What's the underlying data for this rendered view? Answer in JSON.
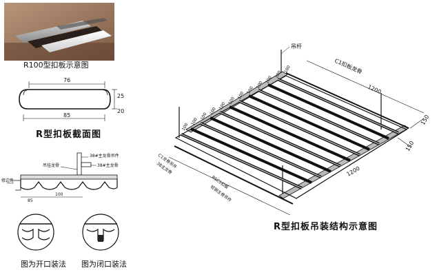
{
  "photo": {
    "caption": "R100型扣板示意图"
  },
  "section": {
    "caption": "R型扣板截面图",
    "dims": {
      "top_width": "76",
      "bottom_width": "85",
      "height_outer": "25",
      "height_inner": "20"
    }
  },
  "detail": {
    "labels": {
      "main_keel_hanger": "38#主龙骨吊件",
      "main_keel": "38#主龙骨",
      "hanger_keel": "吊挂龙骨",
      "edge_trim": "修边角",
      "spacing": "100",
      "edge": "85"
    }
  },
  "joints": {
    "open_caption": "图为开口装法",
    "closed_caption": "图为闭口装法"
  },
  "assembly": {
    "title": "R型扣板吊装结构示意图",
    "labels": {
      "rod": "吊杆",
      "c1_keel": "C1扣板龙骨",
      "main_keel": "38主龙骨",
      "c_clip": "C1龙骨吊件",
      "r_panel": "RSC1扣板",
      "light_keel": "轻钢主骨吊件"
    },
    "pitch_labels": [
      "100",
      "100",
      "100",
      "100",
      "100",
      "100",
      "100",
      "100",
      "100",
      "100",
      "100",
      "100"
    ],
    "dims": {
      "top_length": "1200",
      "bottom_length": "1200",
      "end_a": "150",
      "end_b": "150"
    }
  }
}
